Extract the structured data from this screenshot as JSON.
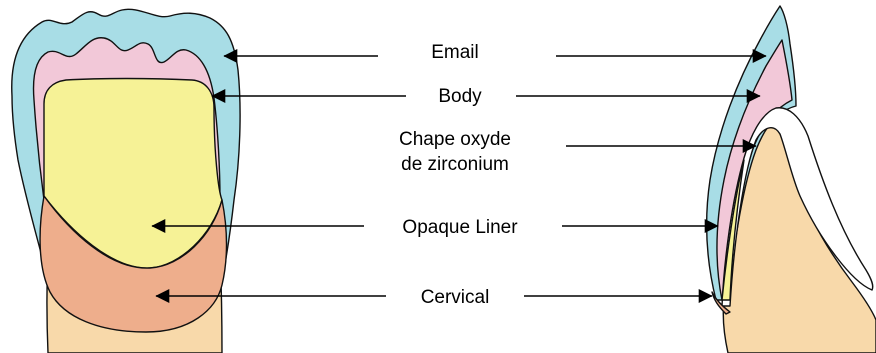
{
  "labels": {
    "email": "Email",
    "body": "Body",
    "chape_line1": "Chape oxyde",
    "chape_line2": "de zirconium",
    "opaque_liner": "Opaque Liner",
    "cervical": "Cervical"
  },
  "colors": {
    "email": "#a8dde6",
    "body": "#f2c8d8",
    "chape": "#ffffff",
    "opaque_liner": "#f6f296",
    "cervical": "#eeae8c",
    "root": "#f8d9aa",
    "outline": "#111111"
  }
}
